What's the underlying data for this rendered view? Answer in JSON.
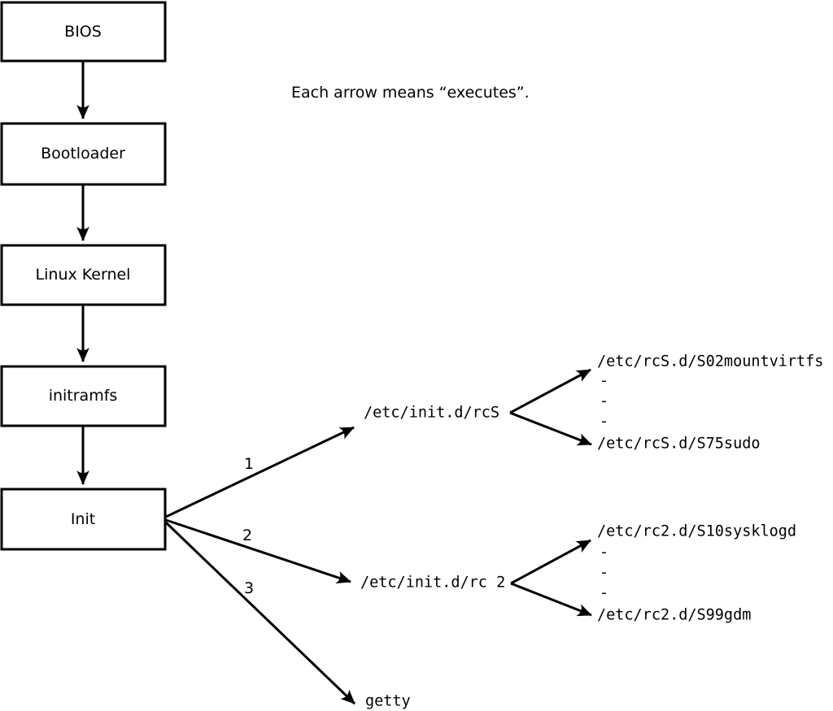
{
  "note": "Each arrow means “executes”.",
  "chain": {
    "boxes": [
      {
        "label": "BIOS"
      },
      {
        "label": "Bootloader"
      },
      {
        "label": "Linux Kernel"
      },
      {
        "label": "initramfs"
      },
      {
        "label": "Init"
      }
    ]
  },
  "branches": [
    {
      "number": "1",
      "target": "/etc/init.d/rcS"
    },
    {
      "number": "2",
      "target": "/etc/init.d/rc 2"
    },
    {
      "number": "3",
      "target": "getty"
    }
  ],
  "fanouts": [
    {
      "source": "/etc/init.d/rcS",
      "entries": [
        "/etc/rcS.d/S02mountvirtfs",
        "-",
        "-",
        "-",
        "/etc/rcS.d/S75sudo"
      ]
    },
    {
      "source": "/etc/init.d/rc 2",
      "entries": [
        "/etc/rc2.d/S10sysklogd",
        "-",
        "-",
        "-",
        "/etc/rc2.d/S99gdm"
      ]
    }
  ],
  "colors": {
    "line": "#000000",
    "background": "#ffffff",
    "box_fill": "#ffffff"
  }
}
